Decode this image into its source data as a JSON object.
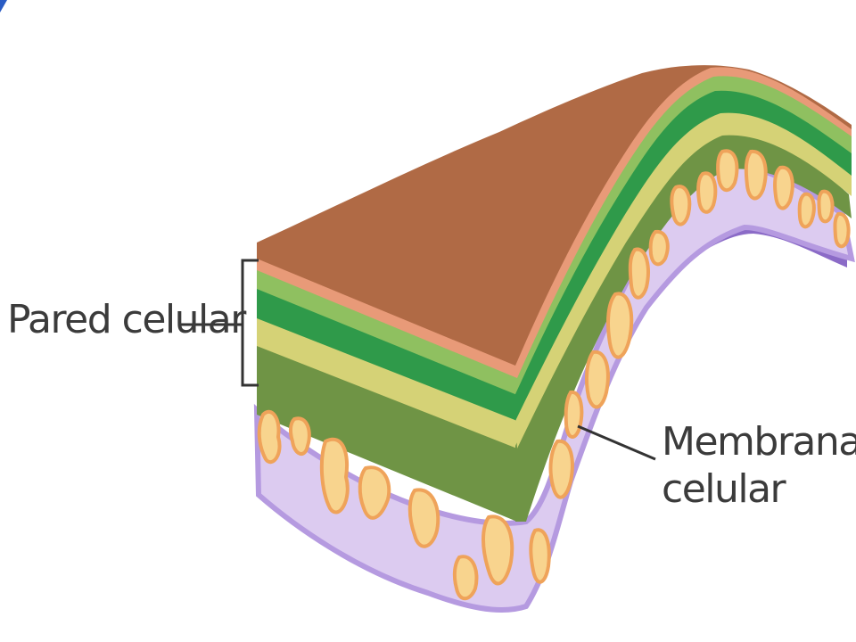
{
  "labels": {
    "cell_wall": "Pared celular",
    "cell_membrane_line1": "Membrana",
    "cell_membrane_line2": "celular"
  },
  "colors": {
    "top_surface": "#b06a45",
    "top_edge": "#e89a78",
    "layer_light_green": "#8fc060",
    "layer_green": "#2f9a4a",
    "layer_yellow": "#d5d276",
    "layer_olive": "#6f9445",
    "membrane_light": "#dccbf0",
    "membrane_mid": "#b59ae0",
    "membrane_dark": "#8b6bc7",
    "protein_fill": "#f8d48e",
    "protein_outline": "#efa35a",
    "leader_line": "#333333",
    "corner_mark": "#2a5cc4"
  }
}
